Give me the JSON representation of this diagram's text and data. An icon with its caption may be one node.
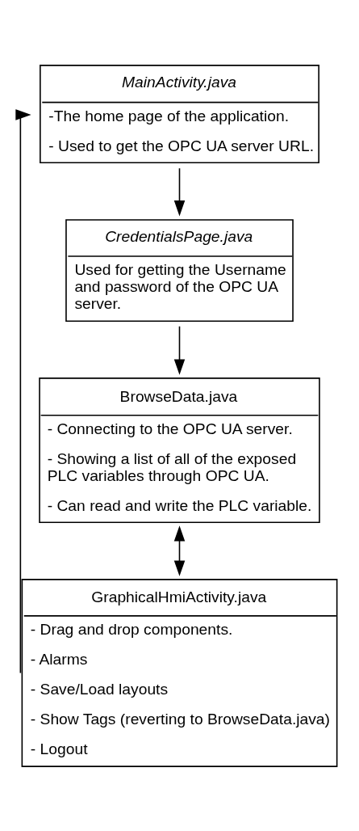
{
  "diagram": {
    "nodes": [
      {
        "text": [
          "MainActivity.java",
          "-The home page of the application.",
          "- Used to get the OPC UA server URL."
        ]
      },
      {
        "text": [
          "CredentialsPage.java",
          "Used for getting the Username and password of the OPC UA server."
        ]
      },
      {
        "text": [
          "BrowseData.java",
          "- Connecting to the OPC UA server.",
          "- Showing a list of all of the exposed PLC variables through OPC UA.",
          "- Can read and write the PLC variable."
        ]
      },
      {
        "text": [
          "GraphicalHmiActivity.java",
          "- Drag and drop components.",
          "- Alarms",
          "- Save/Load layouts",
          "- Show Tags (reverting to BrowseData.java)",
          "- Logout"
        ]
      }
    ],
    "edges": [
      {
        "from": 0,
        "to": 1,
        "arrow": "to"
      },
      {
        "from": 1,
        "to": 2,
        "arrow": "to"
      },
      {
        "from": 2,
        "to": 3,
        "arrow": "both"
      },
      {
        "from": 3,
        "to": 0,
        "arrow": "to"
      }
    ]
  }
}
